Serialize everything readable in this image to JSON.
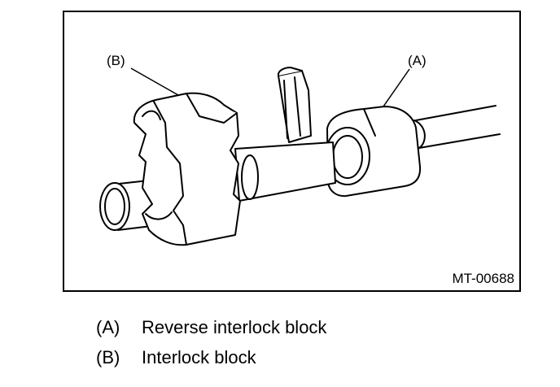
{
  "figure": {
    "callouts": {
      "a": "(A)",
      "b": "(B)"
    },
    "figure_id": "MT-00688",
    "subject_icon": "shift-rail-interlock-assembly-drawing"
  },
  "legend": [
    {
      "key": "(A)",
      "label": "Reverse interlock block"
    },
    {
      "key": "(B)",
      "label": "Interlock block"
    }
  ],
  "colors": {
    "line": "#000000",
    "paper": "#ffffff"
  }
}
